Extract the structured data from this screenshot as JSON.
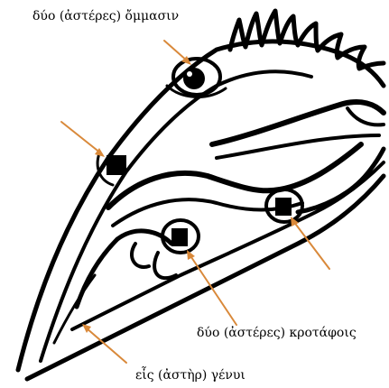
{
  "labels": {
    "eyes": "δύο (ἀστέρες) ὄμμασιν",
    "temples": "δύο (ἀστέρες) κροτάφοις",
    "jaw": "εἷς (ἀστὴρ) γένυι"
  },
  "colors": {
    "ink": "#000000",
    "arrow": "#d9893a",
    "background": "#ffffff"
  }
}
